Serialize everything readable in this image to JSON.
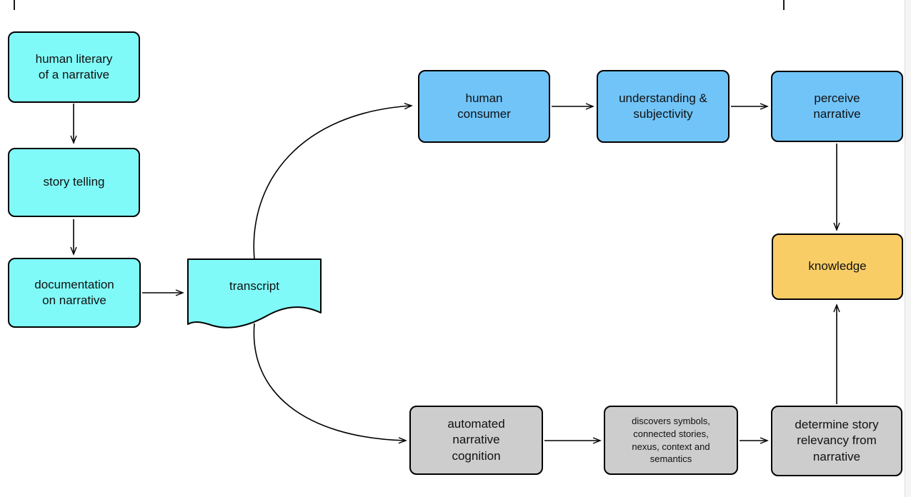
{
  "diagram": {
    "type": "flowchart",
    "colors": {
      "source_stage": "#80FAF8",
      "human_branch": "#70C4F8",
      "automated_branch": "#CDCDCD",
      "result": "#F9CD66",
      "stroke": "#000000",
      "background": "#ffffff"
    },
    "nodes": {
      "human_literary": {
        "label": "human literary\nof a narrative",
        "shape": "rounded-rect",
        "color": "#80FAF8"
      },
      "story_telling": {
        "label": "story telling",
        "shape": "rounded-rect",
        "color": "#80FAF8"
      },
      "documentation": {
        "label": "documentation\non narrative",
        "shape": "rounded-rect",
        "color": "#80FAF8"
      },
      "transcript": {
        "label": "transcript",
        "shape": "document",
        "color": "#80FAF8"
      },
      "human_consumer": {
        "label": "human\nconsumer",
        "shape": "rounded-rect",
        "color": "#70C4F8"
      },
      "understanding": {
        "label": "understanding &\nsubjectivity",
        "shape": "rounded-rect",
        "color": "#70C4F8"
      },
      "perceive_narrative": {
        "label": "perceive\nnarrative",
        "shape": "rounded-rect",
        "color": "#70C4F8"
      },
      "knowledge": {
        "label": "knowledge",
        "shape": "rounded-rect",
        "color": "#F9CD66"
      },
      "automated_cognition": {
        "label": "automated\nnarrative\ncognition",
        "shape": "rounded-rect",
        "color": "#CDCDCD"
      },
      "discovers": {
        "label": "discovers symbols,\nconnected stories,\nnexus, context and\nsemantics",
        "shape": "rounded-rect",
        "color": "#CDCDCD"
      },
      "determine_relevancy": {
        "label": "determine story\nrelevancy from\nnarrative",
        "shape": "rounded-rect",
        "color": "#CDCDCD"
      }
    },
    "edges": [
      {
        "from": "human_literary",
        "to": "story_telling"
      },
      {
        "from": "story_telling",
        "to": "documentation"
      },
      {
        "from": "documentation",
        "to": "transcript"
      },
      {
        "from": "transcript",
        "to": "human_consumer",
        "style": "curved"
      },
      {
        "from": "transcript",
        "to": "automated_cognition",
        "style": "curved"
      },
      {
        "from": "human_consumer",
        "to": "understanding"
      },
      {
        "from": "understanding",
        "to": "perceive_narrative"
      },
      {
        "from": "perceive_narrative",
        "to": "knowledge"
      },
      {
        "from": "automated_cognition",
        "to": "discovers"
      },
      {
        "from": "discovers",
        "to": "determine_relevancy"
      },
      {
        "from": "determine_relevancy",
        "to": "knowledge"
      }
    ]
  }
}
